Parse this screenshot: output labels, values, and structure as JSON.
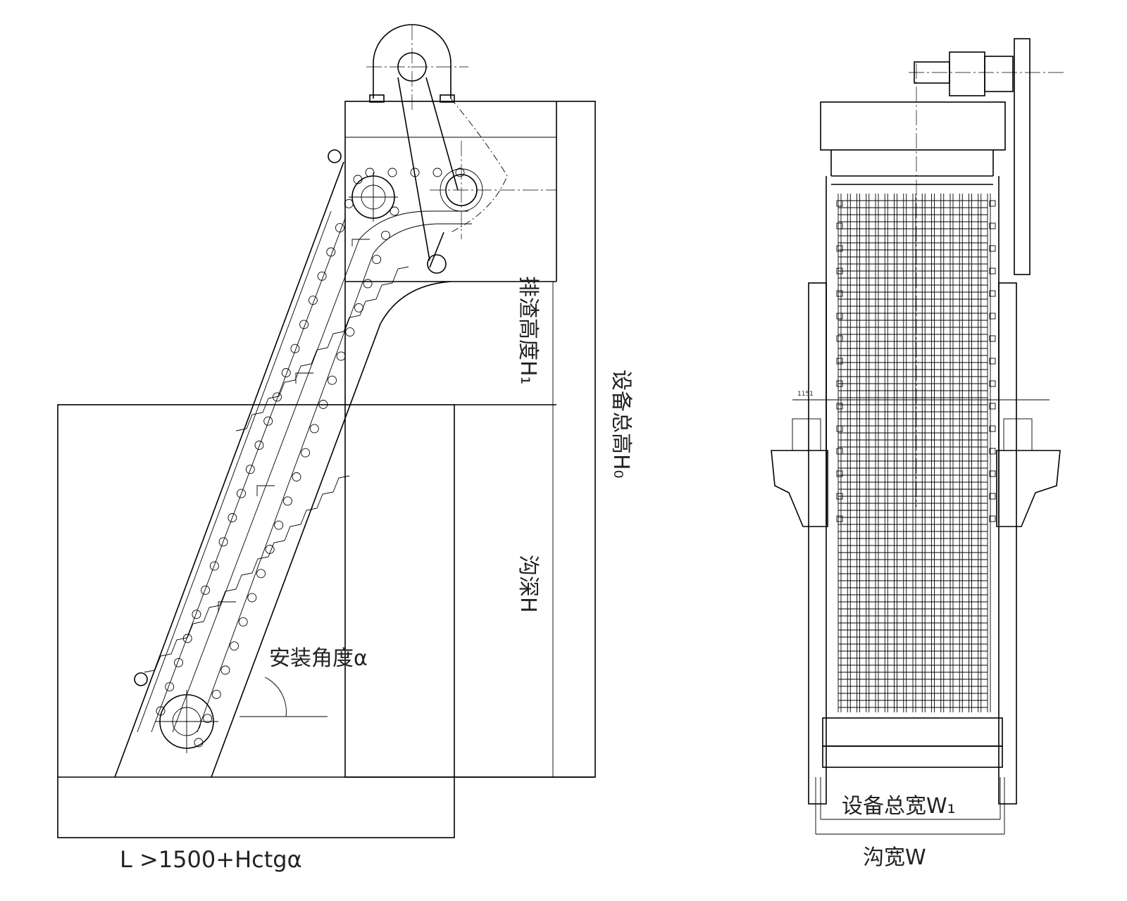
{
  "side_view": {
    "discharge_height": "排渣高度H₁",
    "total_height": "设备总高H₀",
    "channel_depth": "沟深H",
    "install_angle": "安装角度α",
    "length_formula": "L >1500+Hctgα"
  },
  "front_view": {
    "small_dim": "1151",
    "total_width": "设备总宽W₁",
    "channel_width": "沟宽W"
  }
}
